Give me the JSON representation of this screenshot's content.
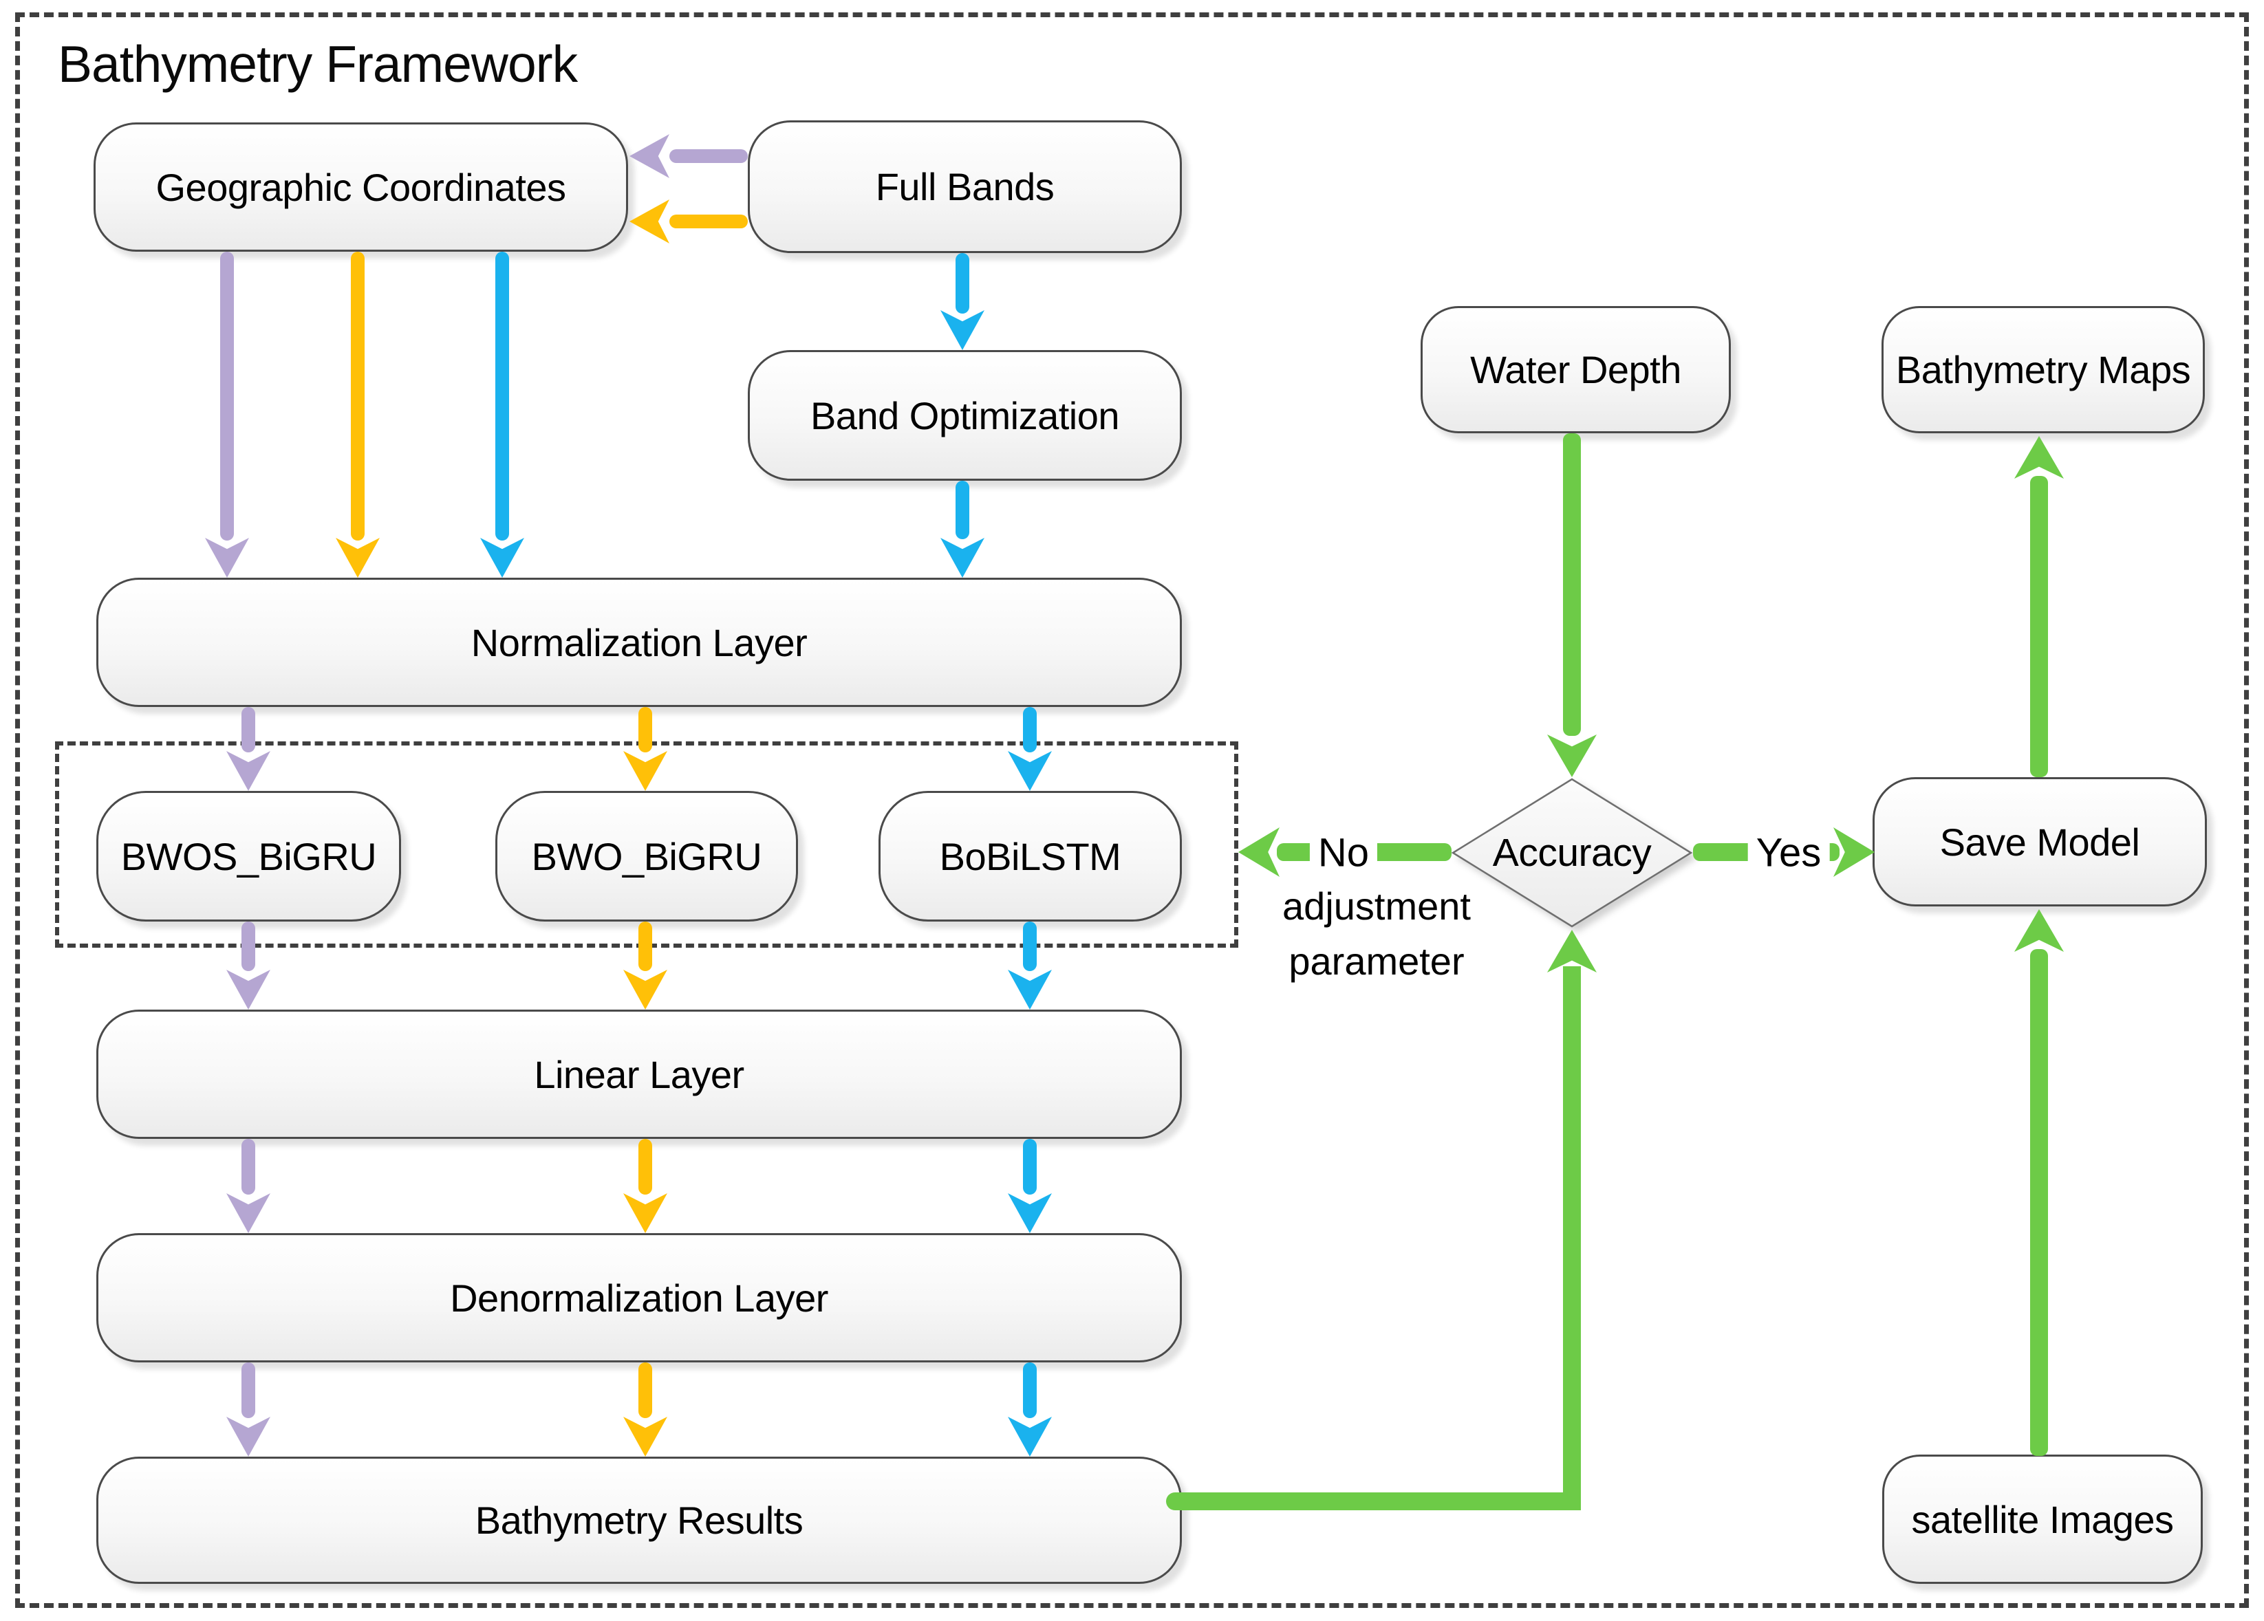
{
  "title": "Bathymetry Framework",
  "colors": {
    "purple": "#b5a6d2",
    "yellow": "#ffc008",
    "blue": "#1ab2ee",
    "green": "#6dcb47",
    "dash": "#3f3f3f"
  },
  "nodes": {
    "geographic_coordinates": {
      "label": "Geographic Coordinates"
    },
    "full_bands": {
      "label": "Full Bands"
    },
    "band_optimization": {
      "label": "Band Optimization"
    },
    "normalization_layer": {
      "label": "Normalization Layer"
    },
    "bwos_bigru": {
      "label": "BWOS_BiGRU"
    },
    "bwo_bigru": {
      "label": "BWO_BiGRU"
    },
    "bobilstm": {
      "label": "BoBiLSTM"
    },
    "linear_layer": {
      "label": "Linear Layer"
    },
    "denormalization_layer": {
      "label": "Denormalization Layer"
    },
    "bathymetry_results": {
      "label": "Bathymetry Results"
    },
    "water_depth": {
      "label": "Water Depth"
    },
    "bathymetry_maps": {
      "label": "Bathymetry Maps"
    },
    "accuracy": {
      "label": "Accuracy"
    },
    "save_model": {
      "label": "Save Model"
    },
    "satellite_images": {
      "label": "satellite Images"
    }
  },
  "edge_labels": {
    "no": "No",
    "yes": "Yes",
    "adjustment_line1": "adjustment",
    "adjustment_line2": "parameter"
  }
}
